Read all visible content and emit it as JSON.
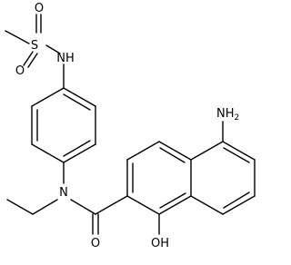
{
  "structure": {
    "atoms": {
      "sulfur": "S",
      "oxygen_top": "O",
      "oxygen_bottom": "O",
      "sulfonamide_nh": "NH",
      "amide_n": "N",
      "carbonyl_o": "O",
      "amine_n": "NH",
      "amine_sub": "2",
      "hydroxyl": "OH"
    }
  }
}
